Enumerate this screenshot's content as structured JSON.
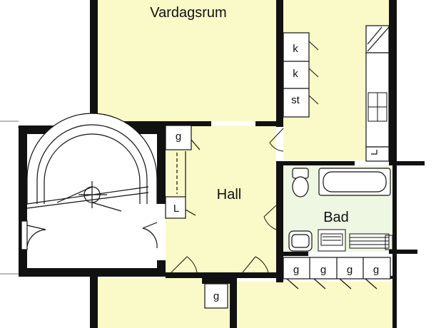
{
  "colors": {
    "floor": "#fafac8",
    "bath": "#eef7e2",
    "wall": "#111111",
    "fixture": "#ffffff"
  },
  "rooms": {
    "vardagsrum": "Vardagsrum",
    "hall": "Hall",
    "bad": "Bad"
  },
  "cabinets": {
    "kitchen_k1": "k",
    "kitchen_k2": "k",
    "kitchen_st": "st",
    "hall_g": "g",
    "hall_l": "L",
    "row_g1": "g",
    "row_g2": "g",
    "row_g3": "g",
    "row_g4": "g",
    "lower_g": "g"
  },
  "icons": {
    "staircase": "spiral-staircase-icon",
    "toilet": "toilet-icon",
    "bathtub": "bathtub-icon",
    "sink": "sink-icon",
    "washing_machine": "washing-machine-icon",
    "stove": "stove-icon"
  }
}
